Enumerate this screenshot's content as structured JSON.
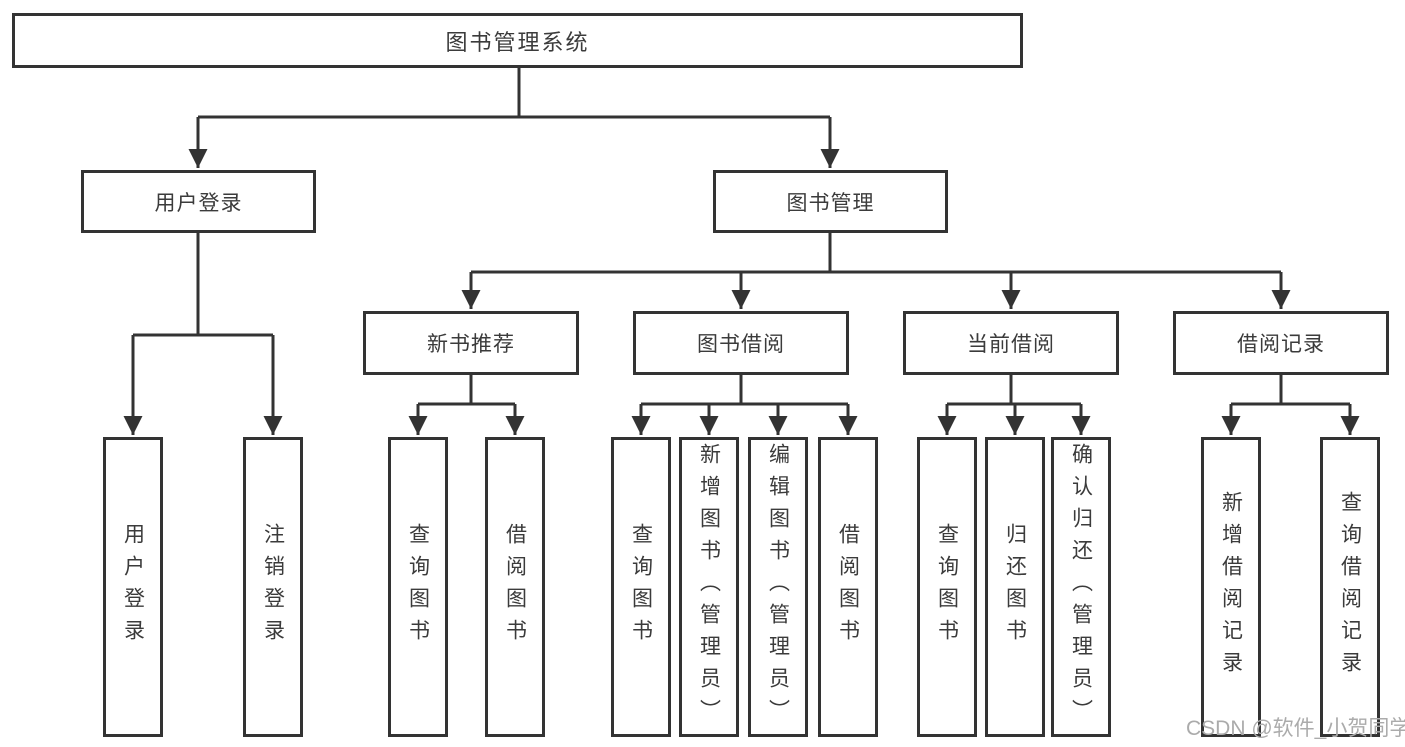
{
  "diagram": {
    "type": "hierarchy-tree",
    "title": "图书管理系统",
    "levels": 4,
    "nodes": {
      "root": "图书管理系统",
      "user_login": "用户登录",
      "book_mgmt": "图书管理",
      "new_book_rec": "新书推荐",
      "book_borrow": "图书借阅",
      "current_borrow": "当前借阅",
      "borrow_record": "借阅记录",
      "ul_user_login": "用户登录",
      "ul_logout": "注销登录",
      "nb_query_book": "查询图书",
      "nb_borrow_book": "借阅图书",
      "bb_query_book": "查询图书",
      "bb_add_book": "新增图书（管理员）",
      "bb_edit_book": "编辑图书（管理员）",
      "bb_borrow_book": "借阅图书",
      "cb_query_book": "查询图书",
      "cb_return_book": "归还图书",
      "cb_confirm_return": "确认归还（管理员）",
      "br_add_record": "新增借阅记录",
      "br_query_record": "查询借阅记录"
    },
    "edges": [
      [
        "root",
        "user_login"
      ],
      [
        "root",
        "book_mgmt"
      ],
      [
        "user_login",
        "ul_user_login"
      ],
      [
        "user_login",
        "ul_logout"
      ],
      [
        "book_mgmt",
        "new_book_rec"
      ],
      [
        "book_mgmt",
        "book_borrow"
      ],
      [
        "book_mgmt",
        "current_borrow"
      ],
      [
        "book_mgmt",
        "borrow_record"
      ],
      [
        "new_book_rec",
        "nb_query_book"
      ],
      [
        "new_book_rec",
        "nb_borrow_book"
      ],
      [
        "book_borrow",
        "bb_query_book"
      ],
      [
        "book_borrow",
        "bb_add_book"
      ],
      [
        "book_borrow",
        "bb_edit_book"
      ],
      [
        "book_borrow",
        "bb_borrow_book"
      ],
      [
        "current_borrow",
        "cb_query_book"
      ],
      [
        "current_borrow",
        "cb_return_book"
      ],
      [
        "current_borrow",
        "cb_confirm_return"
      ],
      [
        "borrow_record",
        "br_add_record"
      ],
      [
        "borrow_record",
        "br_query_record"
      ]
    ],
    "colors": {
      "line": "#333333",
      "box_border": "#333333",
      "text": "#3b3b3b",
      "background": "#ffffff",
      "watermark_text_color": "#ababab"
    }
  },
  "watermark": "CSDN @软件_小贺同学"
}
